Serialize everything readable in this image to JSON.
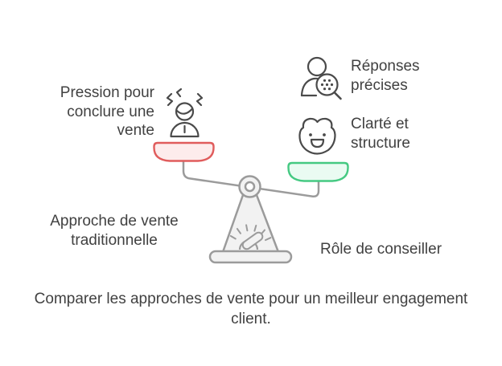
{
  "diagram": {
    "title_caption_lines": [
      "Comparer les approches de vente pour un meilleur engagement",
      "client."
    ],
    "left_side": {
      "pan_label_lines": [
        "Pression pour",
        "conclure une",
        "vente"
      ],
      "approach_label_lines": [
        "Approche de vente",
        "traditionnelle"
      ],
      "icon": "stressed-person-icon",
      "pan_fill": "#fdecec",
      "pan_stroke": "#e05c5c"
    },
    "right_side": {
      "benefit1_lines": [
        "Réponses",
        "précises"
      ],
      "benefit1_icon": "person-details-magnifier-icon",
      "benefit2_lines": [
        "Clarté et",
        "structure"
      ],
      "benefit2_icon": "smiling-face-icon",
      "approach_label": "Rôle de conseiller",
      "pan_fill": "#eafbf2",
      "pan_stroke": "#45c982"
    },
    "scale": {
      "stroke_color": "#9b9b9b",
      "body_fill": "#f2f2f2"
    },
    "text_color": "#414141",
    "background": "#ffffff"
  }
}
